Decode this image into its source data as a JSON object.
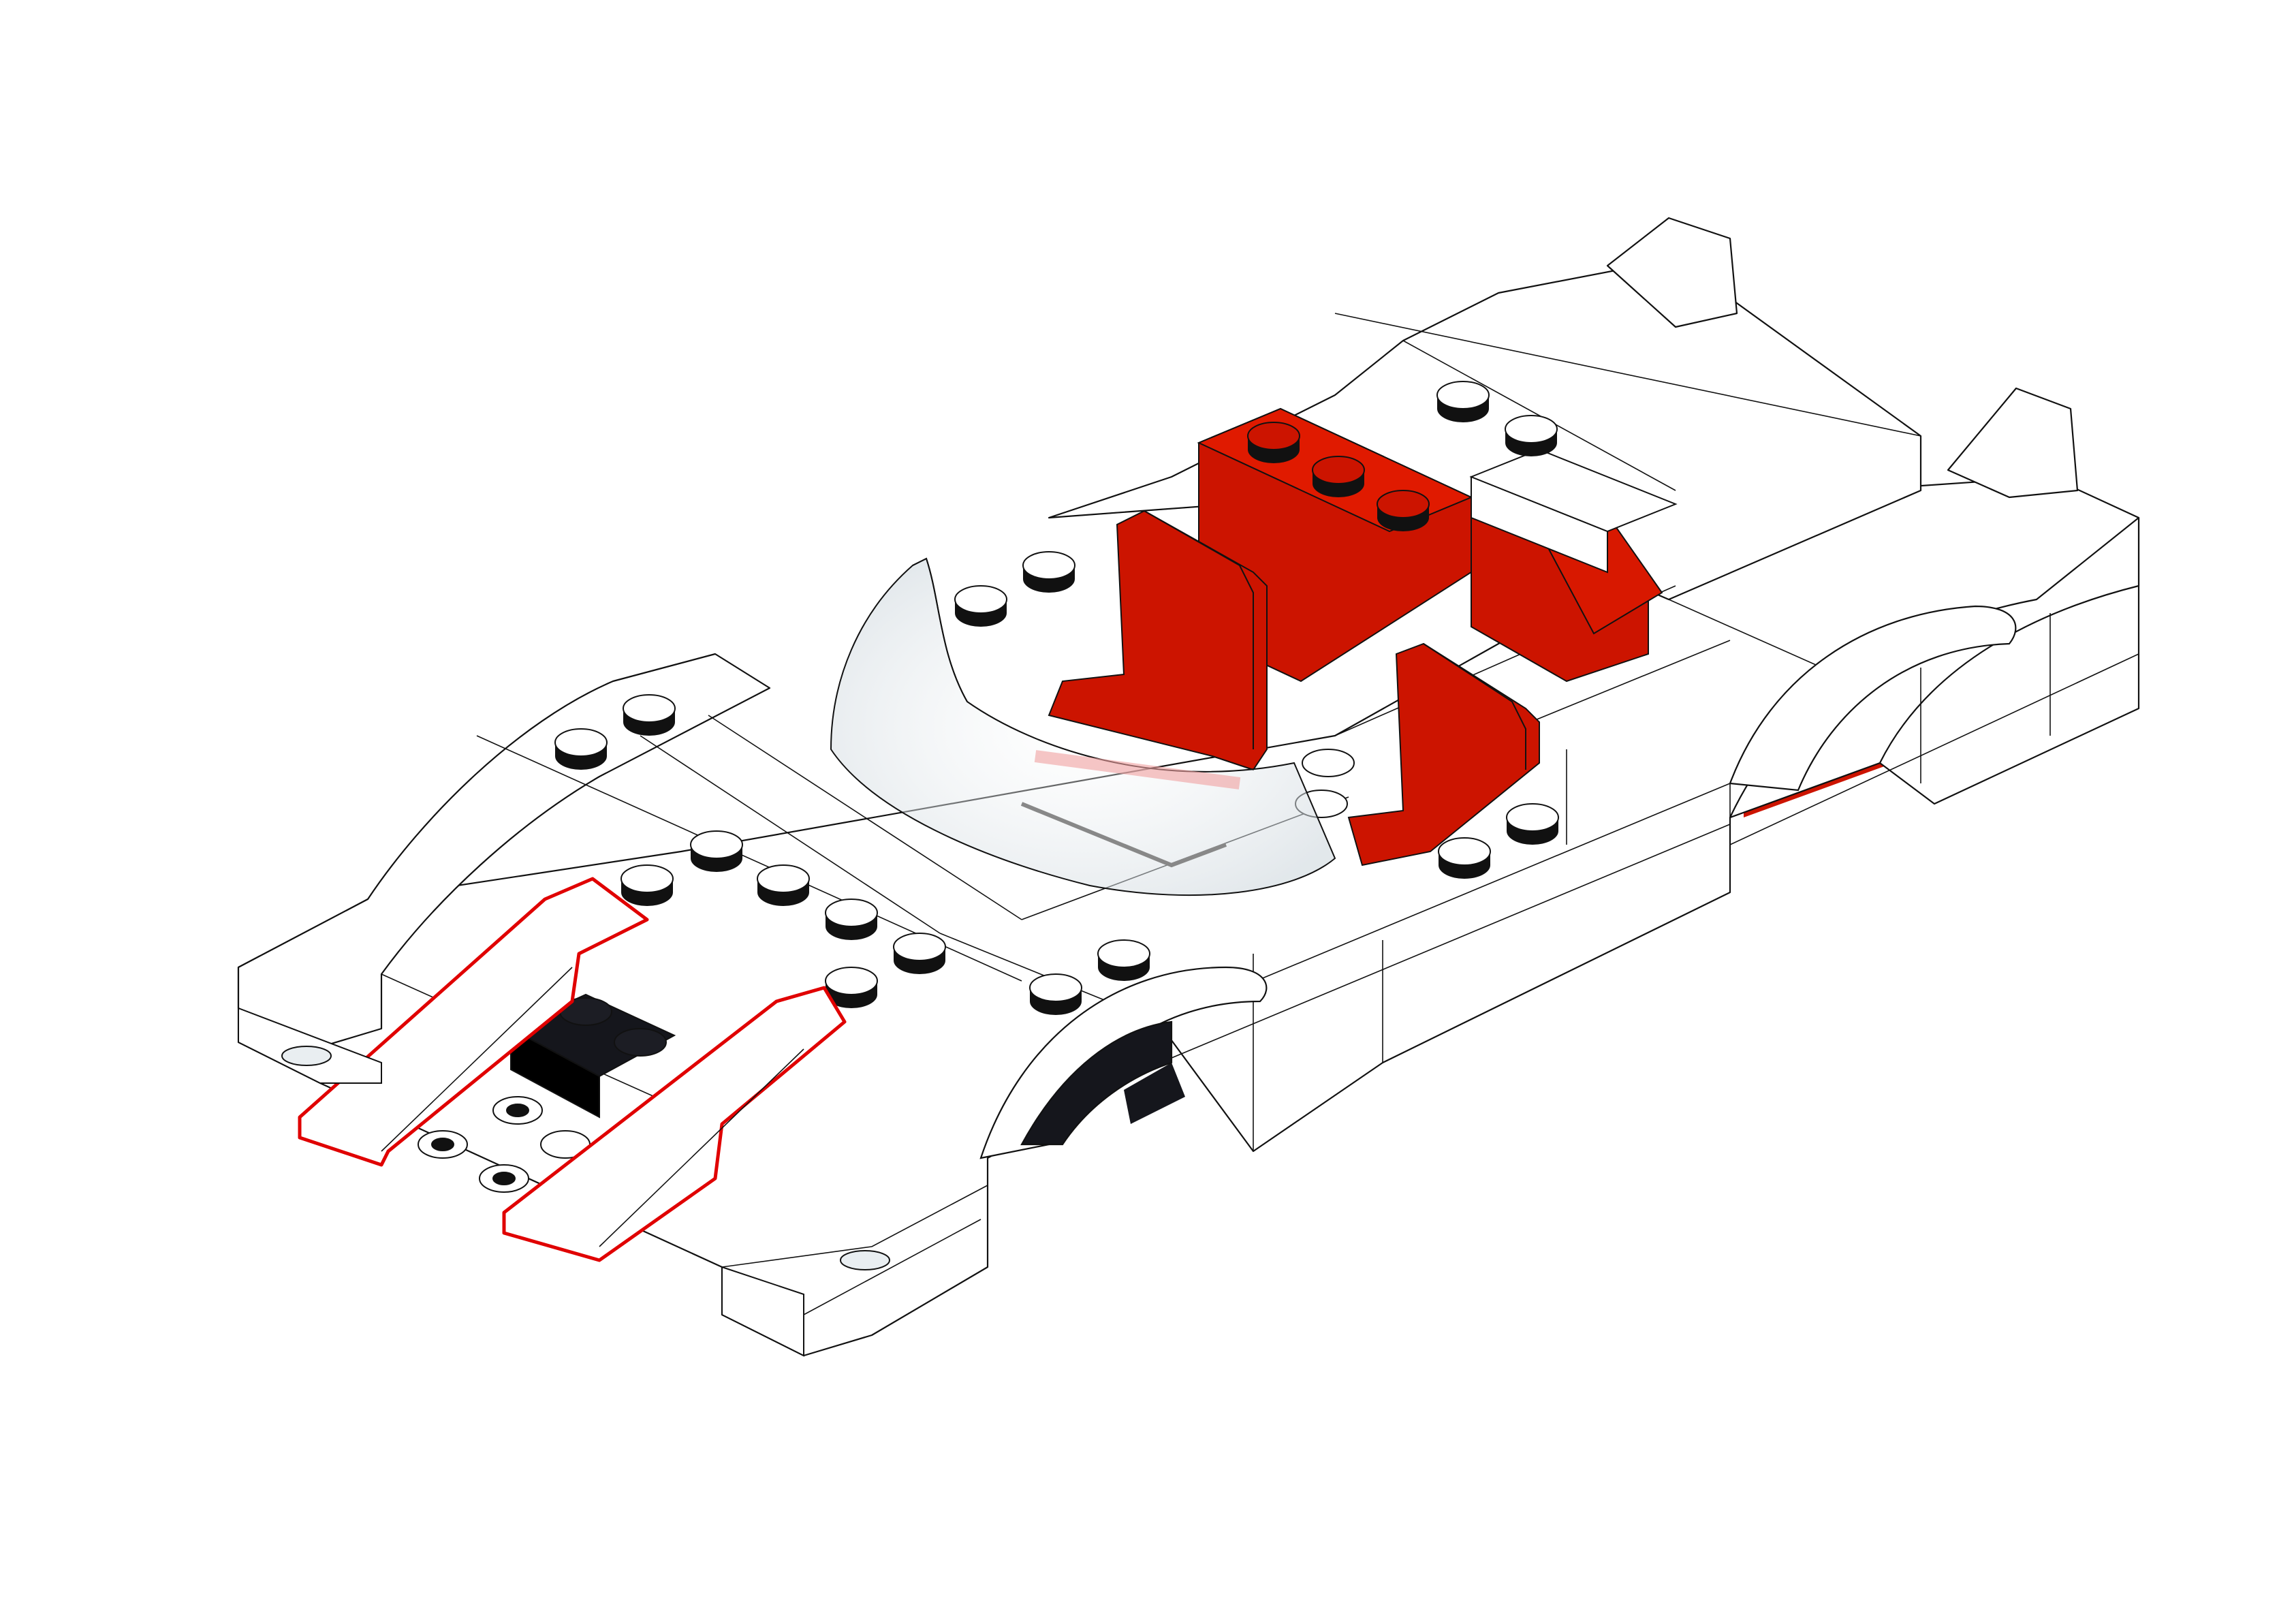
{
  "page": {
    "background": "#ffffff"
  },
  "illustration": {
    "subject": "lego-car-chassis-build-step",
    "palette": {
      "body": "#ffffff",
      "outline": "#111111",
      "accent": "#cc1400",
      "accent_dark": "#a01000",
      "highlight_outline": "#e00000",
      "dark_brick": "#15161c",
      "glass": "#dfe6ea"
    },
    "parts": [
      {
        "id": "body-shell",
        "color": "white"
      },
      {
        "id": "seat-back-left",
        "color": "red"
      },
      {
        "id": "seat-back-right",
        "color": "red"
      },
      {
        "id": "rear-red-brick",
        "color": "red"
      },
      {
        "id": "windscreen",
        "color": "trans-clear"
      },
      {
        "id": "hood-slope-left",
        "color": "white",
        "highlighted": true
      },
      {
        "id": "hood-slope-right",
        "color": "white",
        "highlighted": true
      },
      {
        "id": "dark-plate",
        "color": "black"
      }
    ]
  }
}
